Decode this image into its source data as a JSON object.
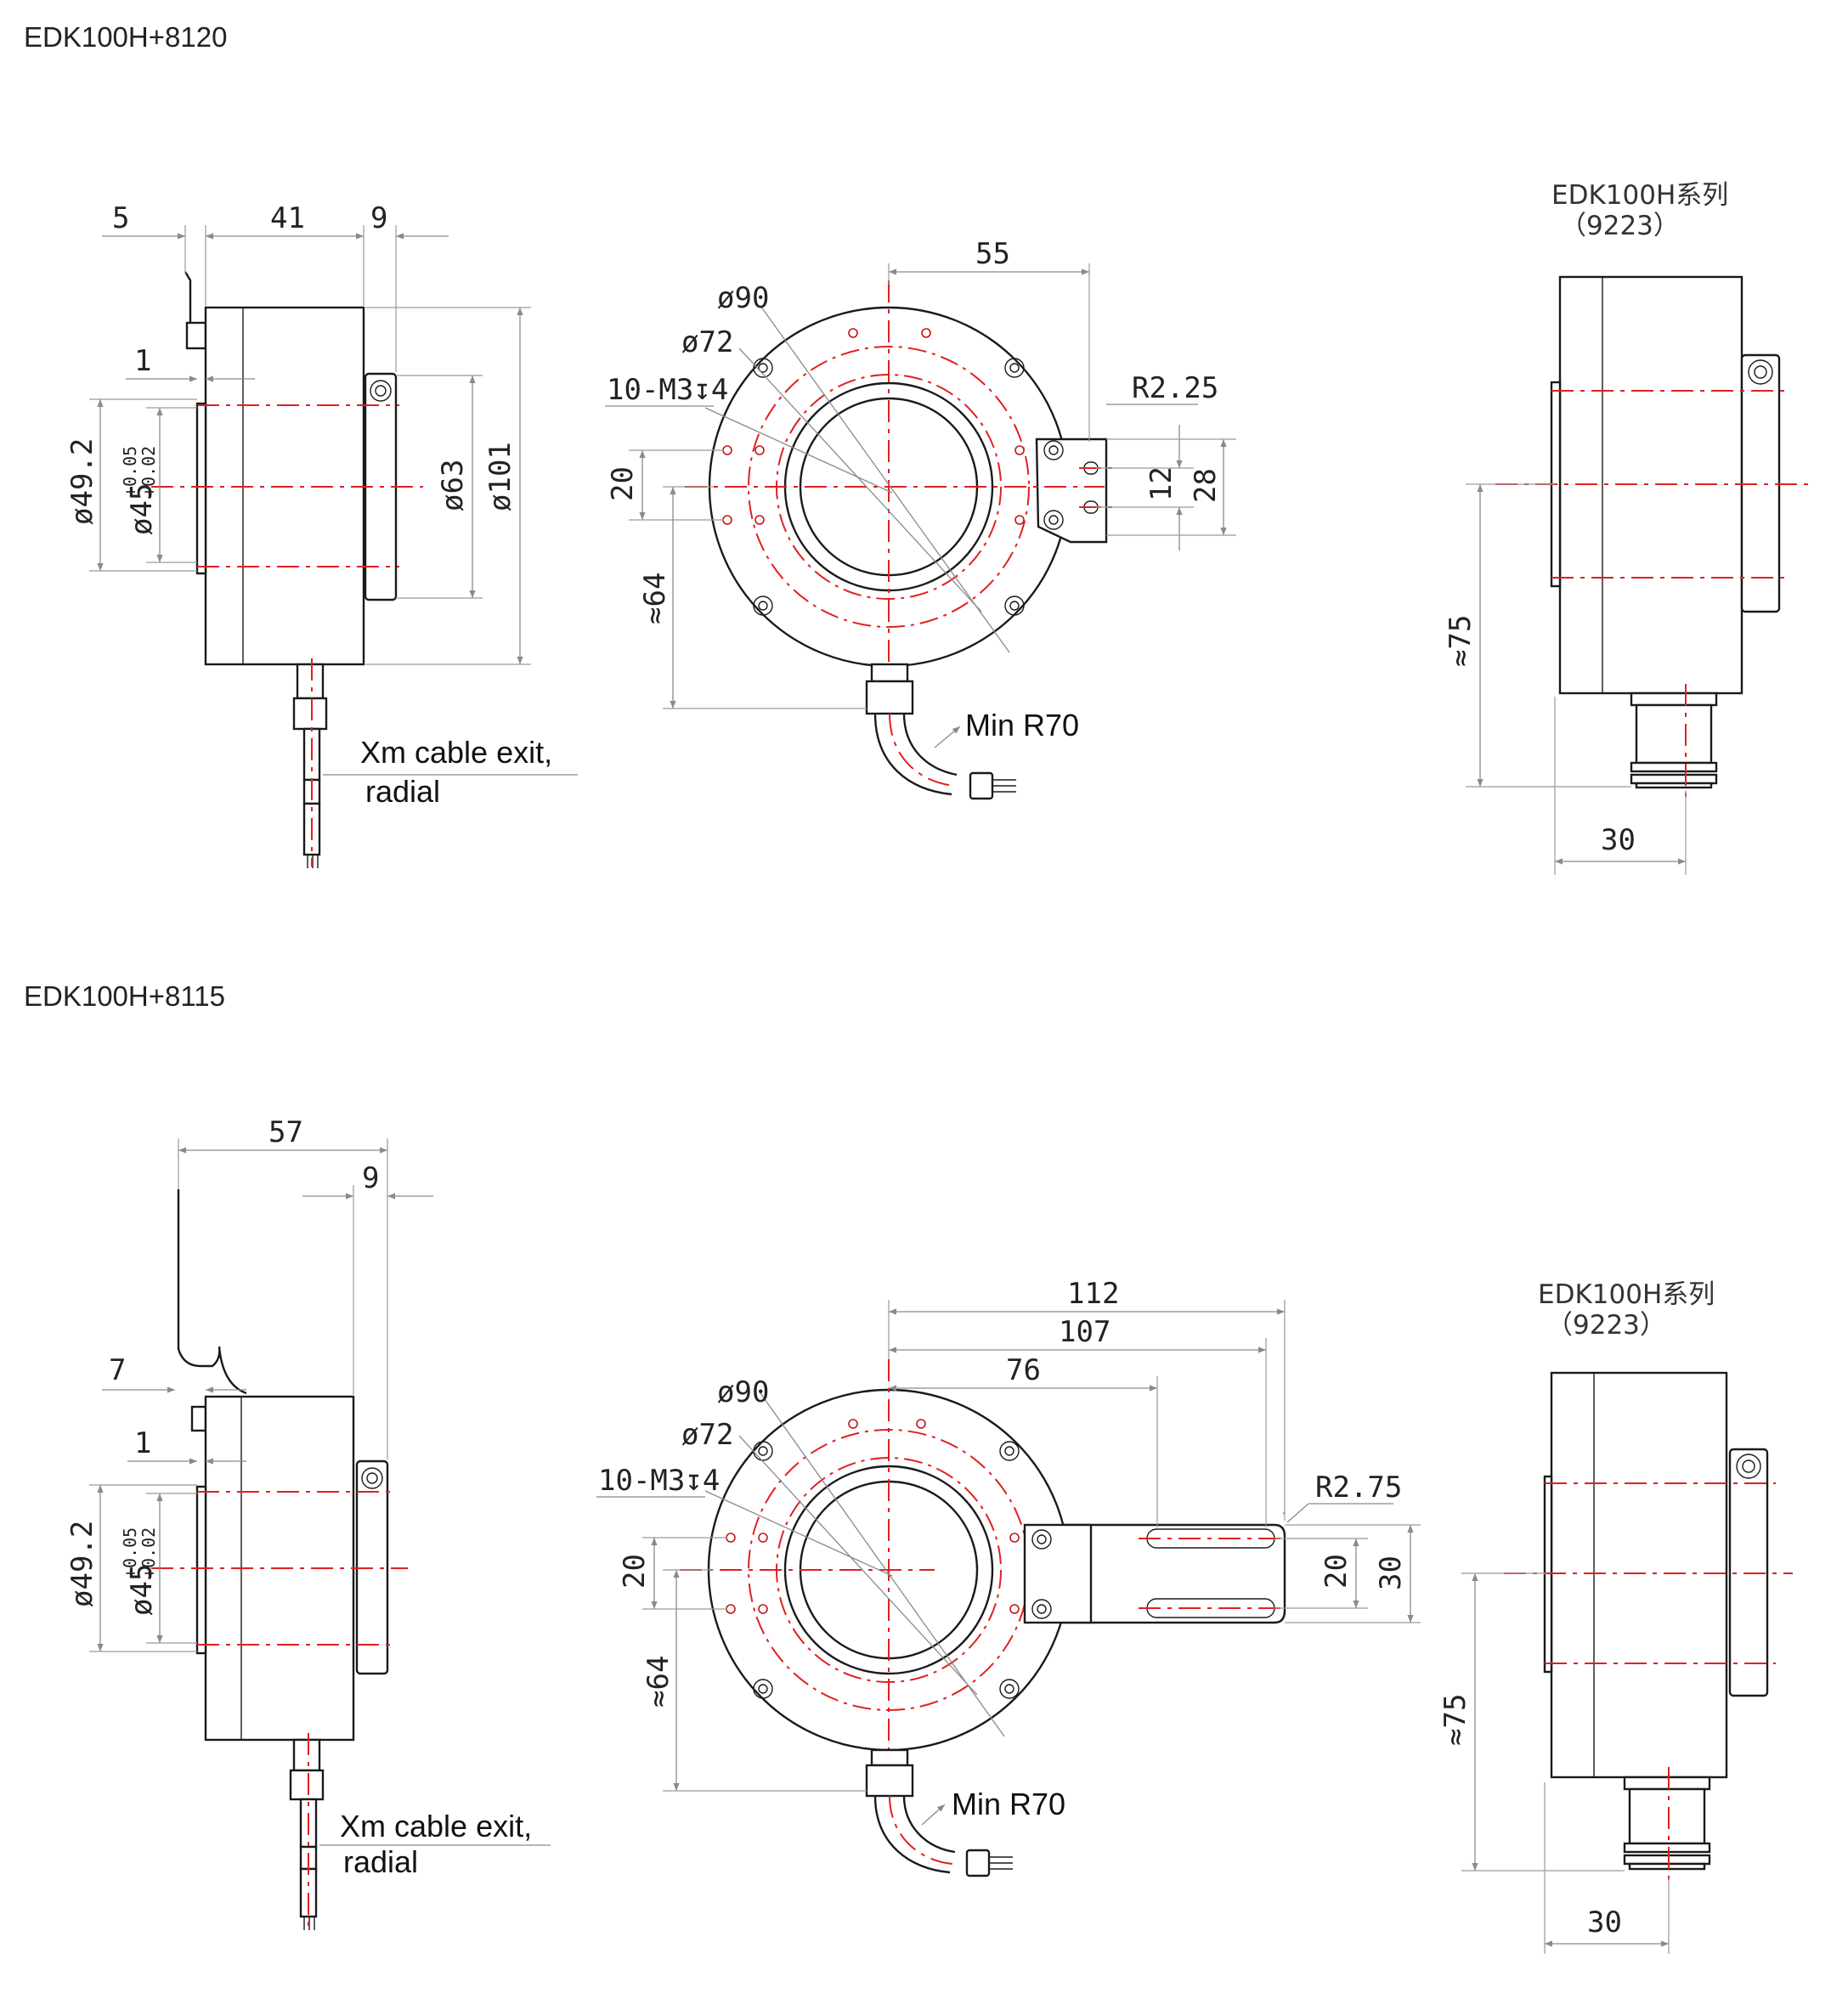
{
  "sections": [
    {
      "title": "EDK100H+8120",
      "side_view": {
        "dim_top": [
          "5",
          "41",
          "9"
        ],
        "dim_small": "1",
        "dia_left": [
          "ø49.2",
          "ø45",
          "+0.05",
          "+0.02"
        ],
        "dia_right": [
          "ø63",
          "ø101"
        ],
        "cable_note": [
          "Xm cable exit,",
          "radial"
        ]
      },
      "front_view": {
        "dims": [
          "55",
          "ø90",
          "ø72",
          "10-M3↧4",
          "R2.25",
          "20",
          "12",
          "28",
          "≈64"
        ],
        "bend_note": "Min R70"
      },
      "series_view": {
        "series_label": "EDK100H系列",
        "series_code": "（9223）",
        "dims": [
          "≈75",
          "30"
        ]
      }
    },
    {
      "title": "EDK100H+8115",
      "side_view": {
        "dim_top": [
          "57",
          "9"
        ],
        "dim_small": [
          "7",
          "1"
        ],
        "dia_left": [
          "ø49.2",
          "ø45",
          "+0.05",
          "+0.02"
        ],
        "cable_note": [
          "Xm cable exit,",
          "radial"
        ]
      },
      "front_view": {
        "dims": [
          "112",
          "107",
          "76",
          "ø90",
          "ø72",
          "10-M3↧4",
          "R2.75",
          "20",
          "20",
          "30",
          "≈64"
        ],
        "bend_note": "Min R70"
      },
      "series_view": {
        "series_label": "EDK100H系列",
        "series_code": "（9223）",
        "dims": [
          "≈75",
          "30"
        ]
      }
    }
  ],
  "colors": {
    "outline": "#1a1a1a",
    "centerline": "#e02020",
    "dimension": "#8a8a8a"
  }
}
